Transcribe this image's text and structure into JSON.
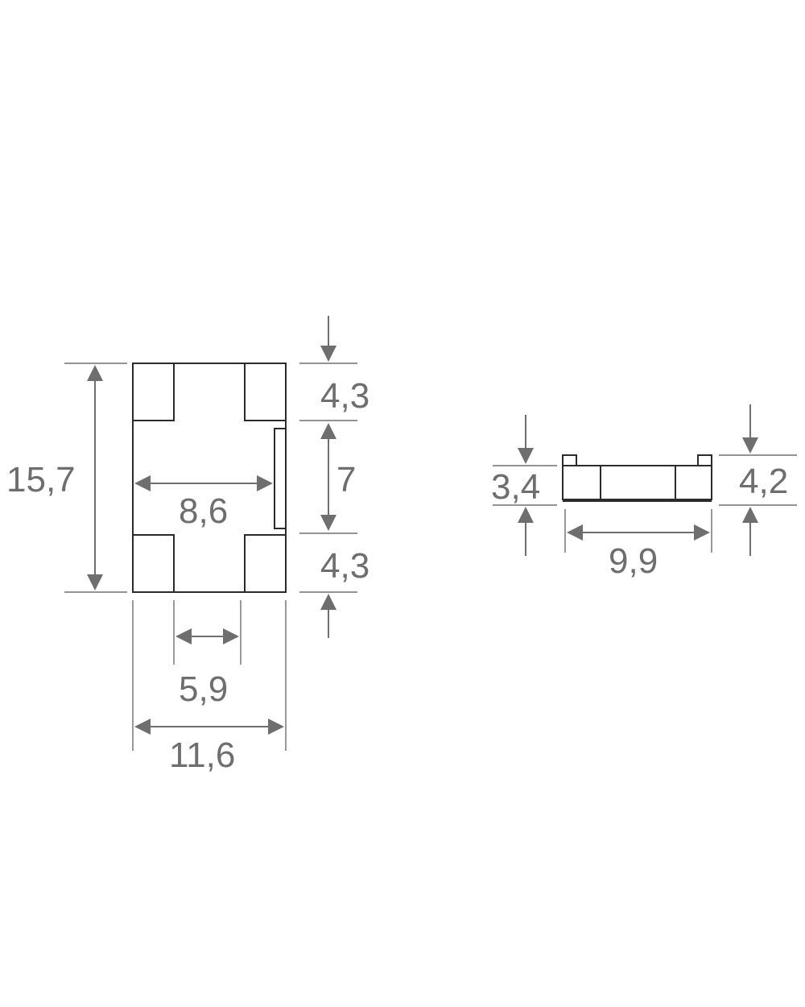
{
  "front_view": {
    "height_total": "15,7",
    "pad_height_top": "4,3",
    "center_gap": "7",
    "pad_height_bottom": "4,3",
    "inner_span": "8,6",
    "pad_spacing": "5,9",
    "width_total": "11,6"
  },
  "side_view": {
    "body_height": "3,4",
    "overall_height": "4,2",
    "length": "9,9"
  },
  "colors": {
    "outline": "#2b2b2b",
    "dimension": "#6e6e6e"
  }
}
